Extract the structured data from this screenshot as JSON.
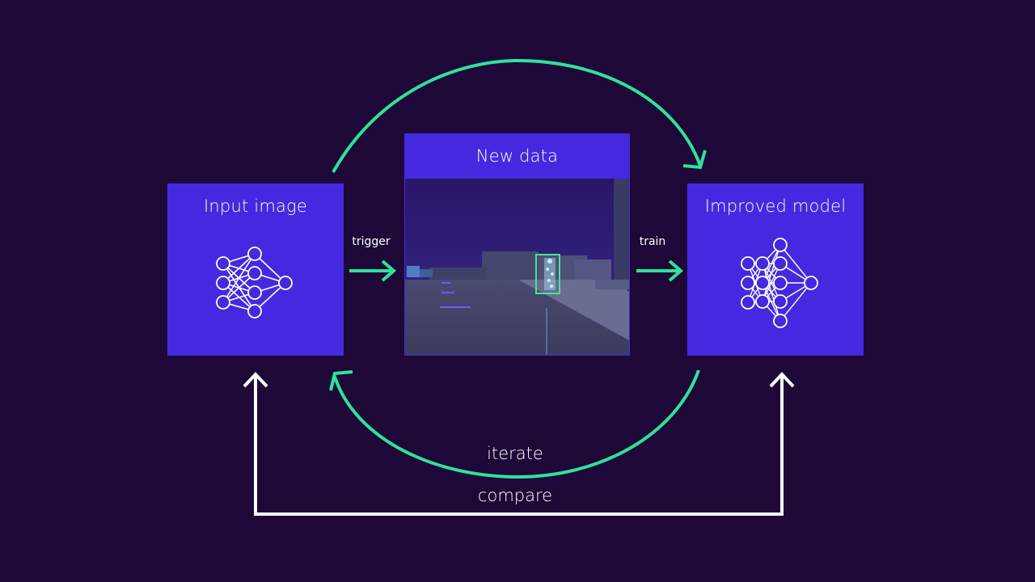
{
  "nodes": {
    "input": {
      "label": "Input image"
    },
    "new_data": {
      "label": "New data"
    },
    "improved": {
      "label": "Improved model"
    }
  },
  "edges": {
    "trigger": "trigger",
    "train": "train",
    "iterate": "iterate",
    "compare": "compare"
  },
  "colors": {
    "background": "#1d0838",
    "box": "#4429e0",
    "loop_arrow": "#2de39a",
    "compare_arrow": "#ffffff",
    "detection_box": "#3ee89a"
  },
  "icons": {
    "input_network": "neural-network-icon",
    "improved_network": "neural-network-icon"
  }
}
